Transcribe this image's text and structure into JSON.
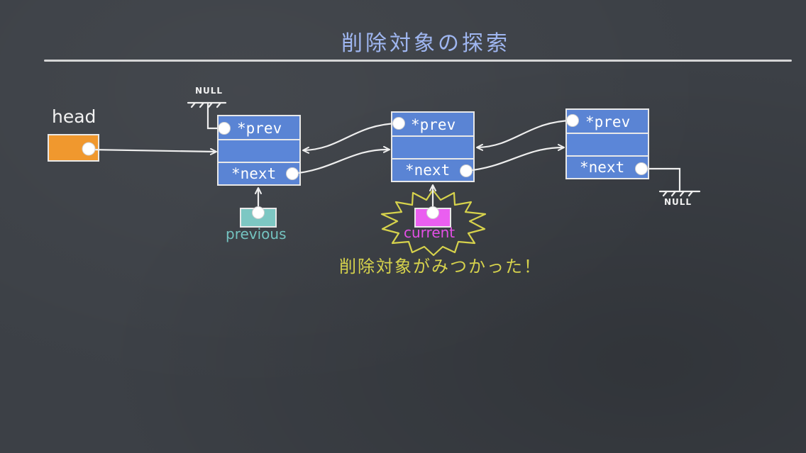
{
  "title": "削除対象の探索",
  "head_label": "head",
  "null_label_top": "NULL",
  "null_label_bottom": "NULL",
  "nodes": [
    {
      "prev_label": "*prev",
      "next_label": "*next"
    },
    {
      "prev_label": "*prev",
      "next_label": "*next"
    },
    {
      "prev_label": "*prev",
      "next_label": "*next"
    }
  ],
  "previous_label": "previous",
  "current_label": "current",
  "found_message": "削除対象がみつかった！",
  "colors": {
    "background": "#3c4046",
    "title": "#9fb6f0",
    "node_fill": "#5a84d4",
    "head_box": "#f0982e",
    "previous_box": "#7dc7c3",
    "previous_text": "#74c3c0",
    "current_box": "#ea5ff0",
    "current_text": "#e34fe6",
    "highlight_burst": "#d6d24c",
    "message": "#d6d24c",
    "chalk": "#e8e8e8"
  }
}
